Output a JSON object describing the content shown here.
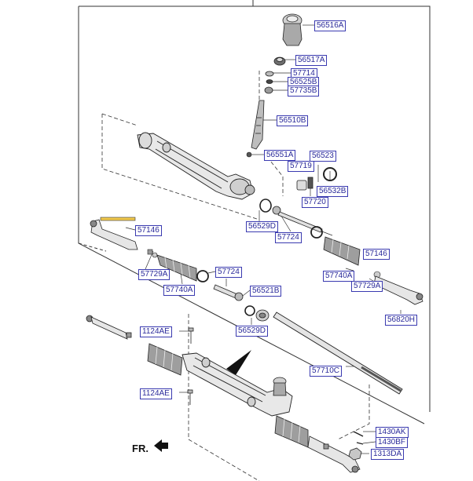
{
  "diagram": {
    "direction_label": "FR.",
    "parts": [
      {
        "id": "56516A"
      },
      {
        "id": "56517A"
      },
      {
        "id": "57714"
      },
      {
        "id": "56525B"
      },
      {
        "id": "57735B"
      },
      {
        "id": "56510B"
      },
      {
        "id": "56551A"
      },
      {
        "id": "56523"
      },
      {
        "id": "57719"
      },
      {
        "id": "56532B"
      },
      {
        "id": "57720"
      },
      {
        "id": "56529D"
      },
      {
        "id": "57724"
      },
      {
        "id": "57146"
      },
      {
        "id": "57729A"
      },
      {
        "id": "57740A"
      },
      {
        "id": "57724"
      },
      {
        "id": "56521B"
      },
      {
        "id": "56529D"
      },
      {
        "id": "57146"
      },
      {
        "id": "57740A"
      },
      {
        "id": "57729A"
      },
      {
        "id": "56820H"
      },
      {
        "id": "1124AE"
      },
      {
        "id": "57710C"
      },
      {
        "id": "1124AE"
      },
      {
        "id": "1430AK"
      },
      {
        "id": "1430BF"
      },
      {
        "id": "1313DA"
      }
    ]
  }
}
